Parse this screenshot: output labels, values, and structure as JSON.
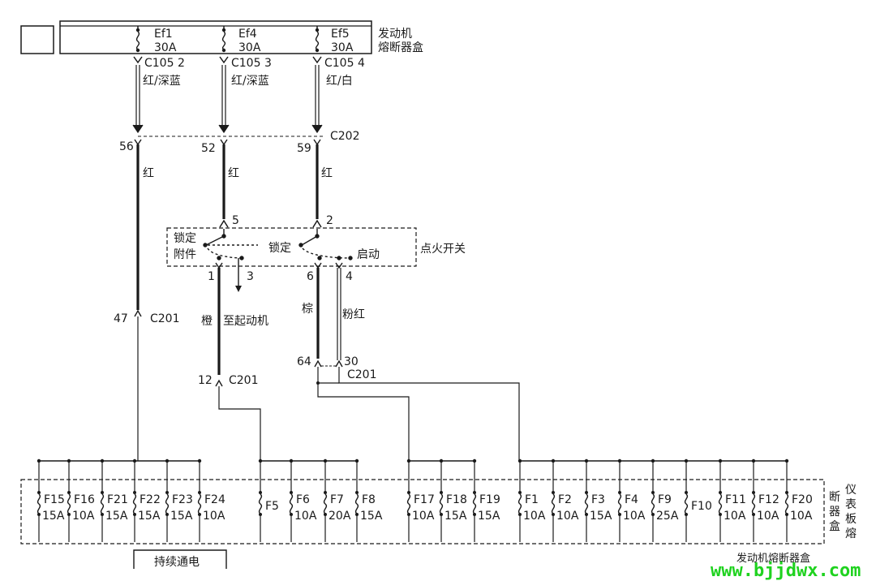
{
  "colors": {
    "line": "#1a1a1a",
    "watermark": "#1fd21f"
  },
  "top_box": {
    "label": [
      "发动机",
      "熔断器盒"
    ]
  },
  "top_fuses": [
    {
      "name": "Ef1",
      "rating": "30A",
      "conn": "C105 2",
      "wire": "红/深蓝"
    },
    {
      "name": "Ef4",
      "rating": "30A",
      "conn": "C105 3",
      "wire": "红/深蓝"
    },
    {
      "name": "Ef5",
      "rating": "30A",
      "conn": "C105 4",
      "wire": "红/白"
    }
  ],
  "c202": {
    "label": "C202",
    "pins": [
      "56",
      "52",
      "59"
    ]
  },
  "wire_red": "红",
  "ignition": {
    "label": "点火开关",
    "pin_in_left": "5",
    "pin_in_right": "2",
    "lock_acc": [
      "锁定",
      "附件"
    ],
    "lock": "锁定",
    "start": "启动",
    "pins_out": [
      "1",
      "3",
      "6",
      "4"
    ]
  },
  "c201_47": {
    "pin": "47",
    "label": "C201"
  },
  "wire_orange": "橙",
  "to_starter": "至起动机",
  "c201_12": {
    "pin": "12",
    "label": "C201"
  },
  "wire_brown": "棕",
  "wire_pinkred": "粉红",
  "c201_64_30": {
    "pin_a": "64",
    "pin_b": "30",
    "label": "C201"
  },
  "panel_fuses": [
    {
      "name": "F15",
      "rating": "15A"
    },
    {
      "name": "F16",
      "rating": "10A"
    },
    {
      "name": "F21",
      "rating": "15A"
    },
    {
      "name": "F22",
      "rating": "15A"
    },
    {
      "name": "F23",
      "rating": "15A"
    },
    {
      "name": "F24",
      "rating": "10A"
    },
    {
      "name": "F5",
      "rating": ""
    },
    {
      "name": "F6",
      "rating": "10A"
    },
    {
      "name": "F7",
      "rating": "20A"
    },
    {
      "name": "F8",
      "rating": "15A"
    },
    {
      "name": "F17",
      "rating": "10A"
    },
    {
      "name": "F18",
      "rating": "15A"
    },
    {
      "name": "F19",
      "rating": "15A"
    },
    {
      "name": "F1",
      "rating": "10A"
    },
    {
      "name": "F2",
      "rating": "10A"
    },
    {
      "name": "F3",
      "rating": "15A"
    },
    {
      "name": "F4",
      "rating": "10A"
    },
    {
      "name": "F9",
      "rating": "25A"
    },
    {
      "name": "F10",
      "rating": ""
    },
    {
      "name": "F11",
      "rating": "10A"
    },
    {
      "name": "F12",
      "rating": "10A"
    },
    {
      "name": "F20",
      "rating": "10A"
    }
  ],
  "panel_box_label": [
    "仪",
    "表",
    "板",
    "熔",
    "断",
    "器",
    "盒"
  ],
  "continuous": "持续通电",
  "bottom_caption": "发动机熔断器盒",
  "watermark": "www.bjjdwx.com"
}
